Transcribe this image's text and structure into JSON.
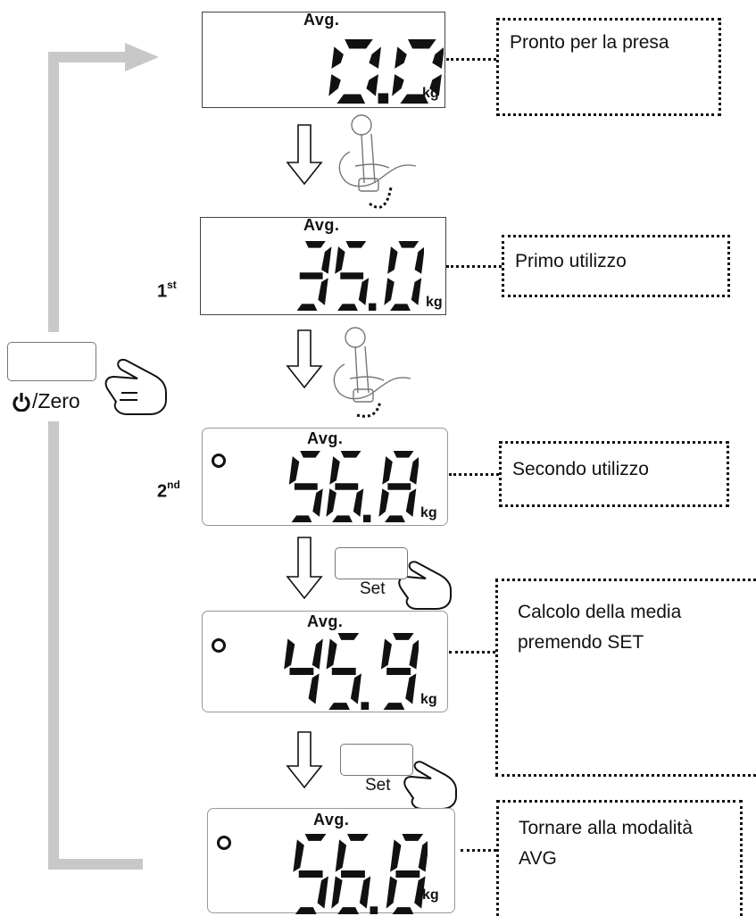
{
  "steps": [
    {
      "id": "ready",
      "avg_label": "Avg.",
      "reading": "0.0",
      "unit": "kg",
      "dot": false,
      "ordinal": "",
      "ordinal_sup": "",
      "note": "Pronto per la presa"
    },
    {
      "id": "first",
      "avg_label": "Avg.",
      "reading": "35.0",
      "unit": "kg",
      "dot": false,
      "ordinal": "1",
      "ordinal_sup": "st",
      "note": "Primo utilizzo"
    },
    {
      "id": "second",
      "avg_label": "Avg.",
      "reading": "56.8",
      "unit": "kg",
      "dot": true,
      "ordinal": "2",
      "ordinal_sup": "nd",
      "note": "Secondo utilizzo"
    },
    {
      "id": "mean",
      "avg_label": "Avg.",
      "reading": "45.9",
      "unit": "kg",
      "dot": true,
      "ordinal": "",
      "ordinal_sup": "",
      "note": "Calcolo della media premendo SET"
    },
    {
      "id": "return",
      "avg_label": "Avg.",
      "reading": "56.8",
      "unit": "kg",
      "dot": true,
      "ordinal": "",
      "ordinal_sup": "",
      "note": "Tornare alla modalità AVG"
    }
  ],
  "power_key": {
    "label": "/Zero",
    "icon": "power-icon"
  },
  "set_key": {
    "label": "Set"
  },
  "icons": [
    "power-icon",
    "pointing-hand-icon",
    "hand-grip-dynamometer-icon",
    "down-arrow-icon",
    "return-arrow-icon"
  ],
  "colors": {
    "loop_arrow": "#c8c8c8",
    "ink": "#111111"
  }
}
